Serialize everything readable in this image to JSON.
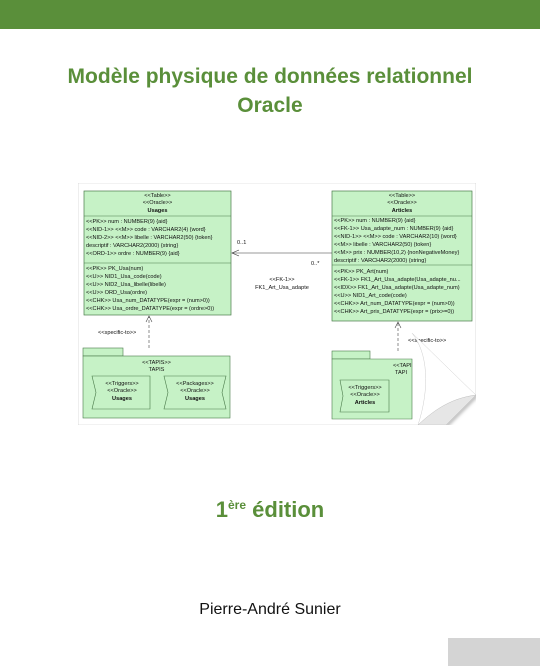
{
  "colors": {
    "brand_green": "#5a8f3a",
    "class_fill": "#c6f2c6",
    "class_border": "#4a7a4a"
  },
  "title": {
    "line1": "Modèle physique de données relationnel",
    "line2": "Oracle"
  },
  "diagram": {
    "usages": {
      "stereotypes": [
        "<<Table>>",
        "<<Oracle>>"
      ],
      "name": "Usages",
      "attributes": [
        "<<PK>> num : NUMBER(9) {aid}",
        "<<NID-1>> <<M>> code : VARCHAR2(4) {word}",
        "<<NID-2>> <<M>> libelle : VARCHAR2(50) {token}",
        "descriptif : VARCHAR2(2000) {string}",
        "<<ORD-1>> ordre : NUMBER(9) {aid}"
      ],
      "operations": [
        "<<PK>> PK_Usa(num)",
        "<<U>> NID1_Usa_code(code)",
        "<<U>> NID2_Usa_libelle(libelle)",
        "<<U>> ORD_Usa(ordre)",
        "<<CHK>> Usa_num_DATATYPE(expr = (num>0))",
        "<<CHK>> Usa_ordre_DATATYPE(expr = (ordre>0))"
      ]
    },
    "articles": {
      "stereotypes": [
        "<<Table>>",
        "<<Oracle>>"
      ],
      "name": "Articles",
      "attributes": [
        "<<PK>> num : NUMBER(9) {aid}",
        "<<FK-1>> Usa_adapte_num : NUMBER(9) {aid}",
        "<<NID-1>> <<M>> code : VARCHAR2(10) {word}",
        "<<M>> libelle : VARCHAR2(50) {token}",
        "<<M>> prix : NUMBER(10,2) {nonNegativeMoney}",
        "descriptif : VARCHAR2(2000) {string}"
      ],
      "operations": [
        "<<PK>> PK_Art(num)",
        "<<FK-1>> FK1_Art_Usa_adapte(Usa_adapte_nu...",
        "<<IDX>> FK1_Art_Usa_adapte(Usa_adapte_num)",
        "<<U>> NID1_Art_code(code)",
        "<<CHK>> Art_num_DATATYPE(expr = (num>0))",
        "<<CHK>> Art_prix_DATATYPE(expr = (prix>=0))"
      ]
    },
    "association": {
      "mult_usages": "0..1",
      "mult_articles": "0..*",
      "stereotype": "<<FK-1>>",
      "name": "FK1_Art_Usa_adapte"
    },
    "specific_to": "<<specific-to>>",
    "tapis_left": {
      "stereotype": "<<TAPIS>>",
      "name": "TAPIS",
      "triggers": {
        "stereotypes": [
          "<<Triggers>>",
          "<<Oracle>>"
        ],
        "name": "Usages"
      },
      "packages": {
        "stereotypes": [
          "<<Packages>>",
          "<<Oracle>>"
        ],
        "name": "Usages"
      }
    },
    "tapis_right": {
      "stereotype": "<<TAPI",
      "name": "TAPI",
      "triggers": {
        "stereotypes": [
          "<<Triggers>>",
          "<<Oracle>>"
        ],
        "name": "Articles"
      }
    }
  },
  "edition": {
    "number": "1",
    "suffix": "ère",
    "word": " édition"
  },
  "author": "Pierre-André Sunier"
}
